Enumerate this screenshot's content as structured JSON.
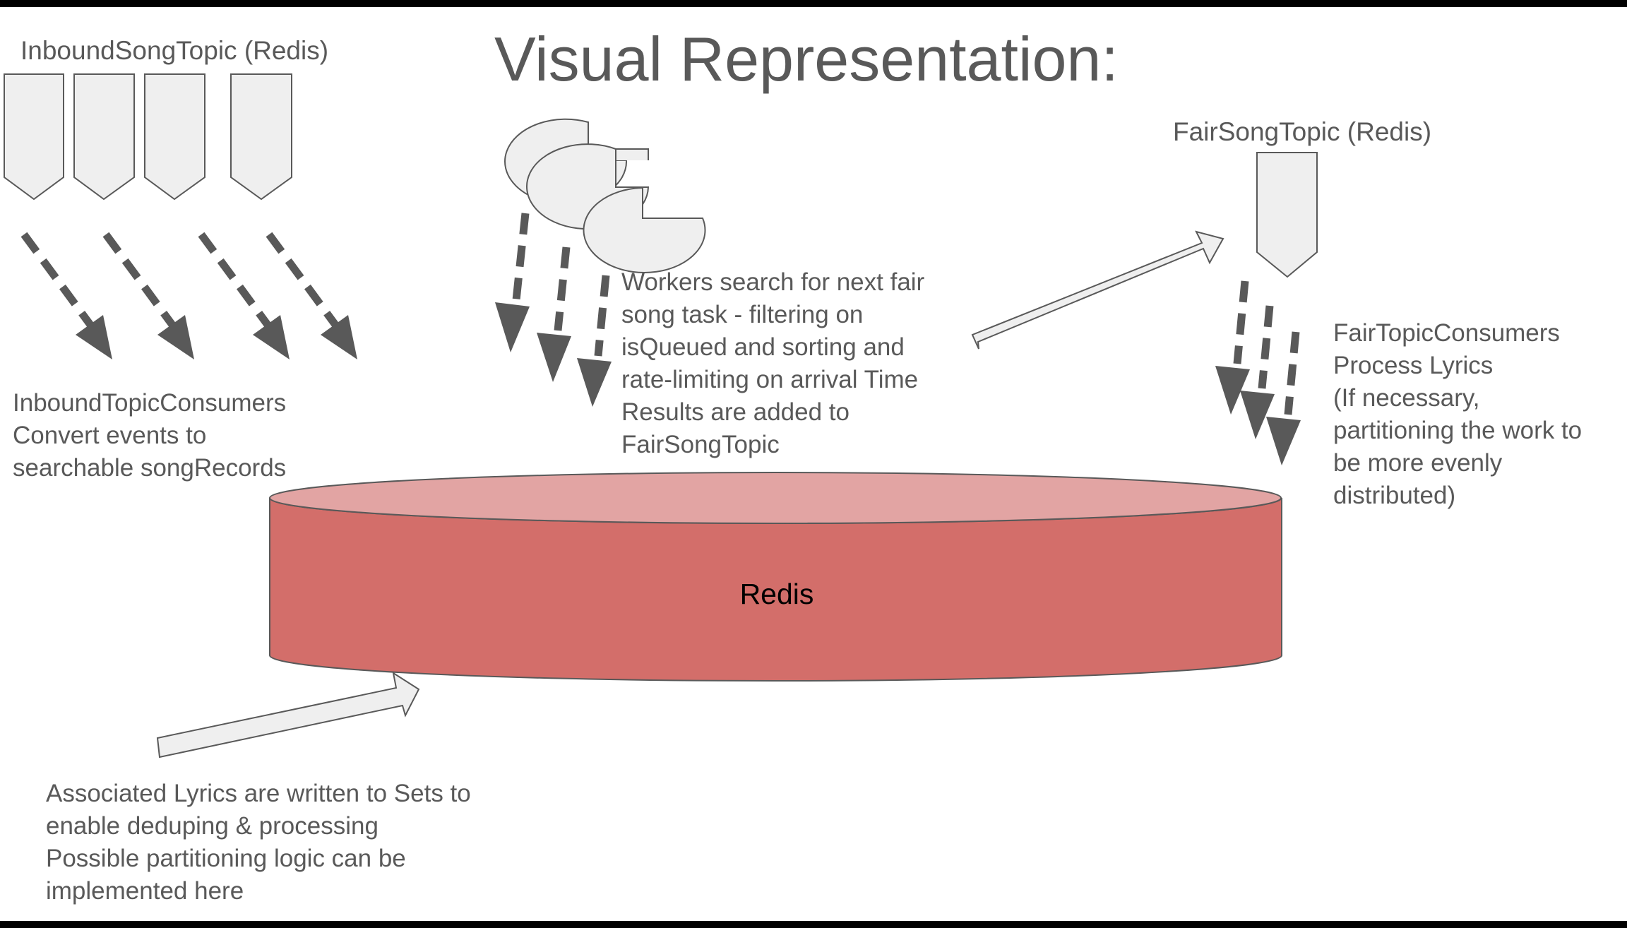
{
  "title": "Visual Representation:",
  "inbound_topic": {
    "label": "InboundSongTopic (Redis)",
    "consumers_text": "InboundTopicConsumers\nConvert events to\nsearchable songRecords"
  },
  "workers": {
    "text": "Workers search for next fair\nsong task - filtering on\nisQueued and sorting and\nrate-limiting on arrival Time\nResults are added to\nFairSongTopic"
  },
  "fair_topic": {
    "label": "FairSongTopic (Redis)",
    "consumers_text": "FairTopicConsumers\nProcess Lyrics\n(If necessary,\npartitioning the work to\nbe more evenly\ndistributed)"
  },
  "redis": {
    "label": "Redis"
  },
  "lyrics": {
    "text": "Associated Lyrics are written to Sets to\nenable deduping & processing\nPossible partitioning logic can be\nimplemented here"
  },
  "colors": {
    "text": "#595959",
    "shape_fill": "#efefef",
    "shape_stroke": "#595959",
    "arrow_dark": "#595959",
    "redis_body": "#d36e6a",
    "redis_top": "#e2a4a3"
  }
}
